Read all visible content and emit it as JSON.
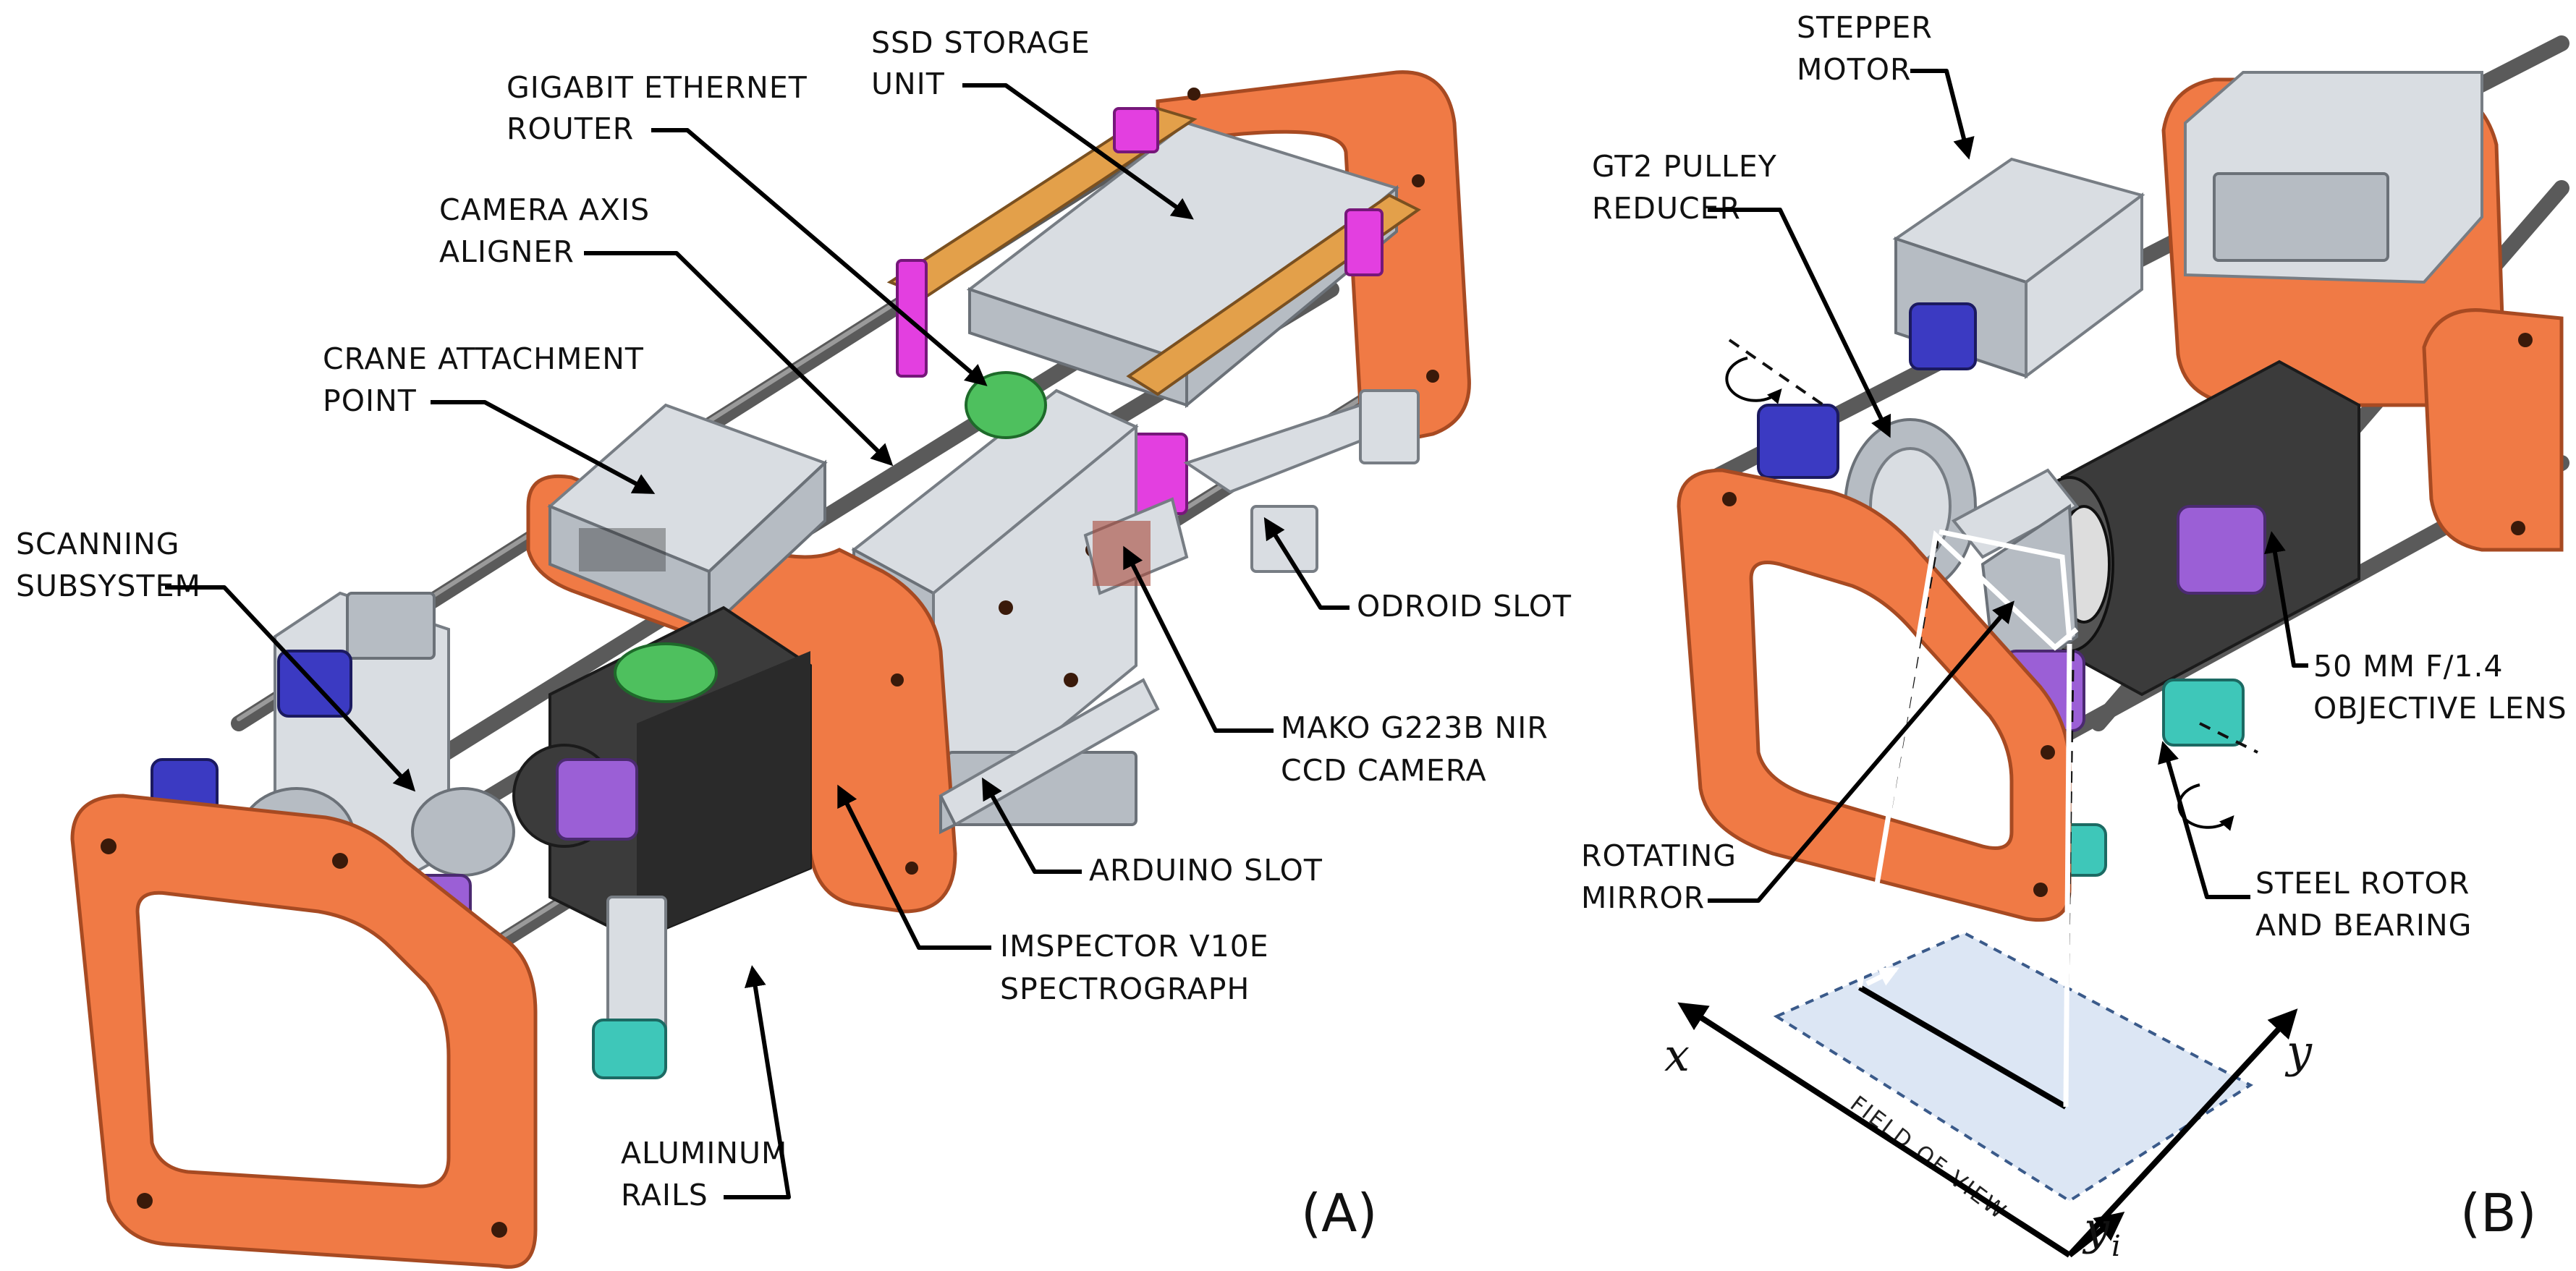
{
  "panel_a": {
    "id_label": "(A)",
    "labels": {
      "ssd_line1": "SSD STORAGE",
      "ssd_line2": "UNIT",
      "router_line1": "GIGABIT ETHERNET",
      "router_line2": "ROUTER",
      "aligner_line1": "CAMERA AXIS",
      "aligner_line2": "ALIGNER",
      "crane_line1": "CRANE ATTACHMENT",
      "crane_line2": "POINT",
      "scanning_line1": "SCANNING",
      "scanning_line2": "SUBSYSTEM",
      "odroid": "ODROID SLOT",
      "mako_line1": "MAKO G223B NIR",
      "mako_line2": "CCD CAMERA",
      "arduino": "ARDUINO SLOT",
      "imspector_line1": "IMSPECTOR V10E",
      "imspector_line2": "SPECTROGRAPH",
      "rails_line1": "ALUMINUM",
      "rails_line2": "RAILS"
    }
  },
  "panel_b": {
    "id_label": "(B)",
    "labels": {
      "stepper_line1": "STEPPER",
      "stepper_line2": "MOTOR",
      "gt2_line1": "GT2 PULLEY",
      "gt2_line2": "REDUCER",
      "lens_line1": "50 MM F/1.4",
      "lens_line2": "OBJECTIVE LENS",
      "mirror_line1": "ROTATING",
      "mirror_line2": "MIRROR",
      "rotor_line1": "STEEL ROTOR",
      "rotor_line2": "AND BEARING",
      "fov": "FIELD OF VIEW",
      "axis_x": "x",
      "axis_y": "y",
      "axis_yi": "y",
      "axis_yi_sub": "i"
    }
  },
  "colors": {
    "frame_orange": "#f07a45",
    "clamp_purple": "#9b5fd6",
    "clamp_blue": "#3b3ac2",
    "clamp_teal": "#3ec7b9",
    "bracket_magenta": "#e33fe0",
    "aluminum": "#d9dde2",
    "spectrograph_dark": "#3b3b3b",
    "fov_fill": "#dce6f4"
  }
}
